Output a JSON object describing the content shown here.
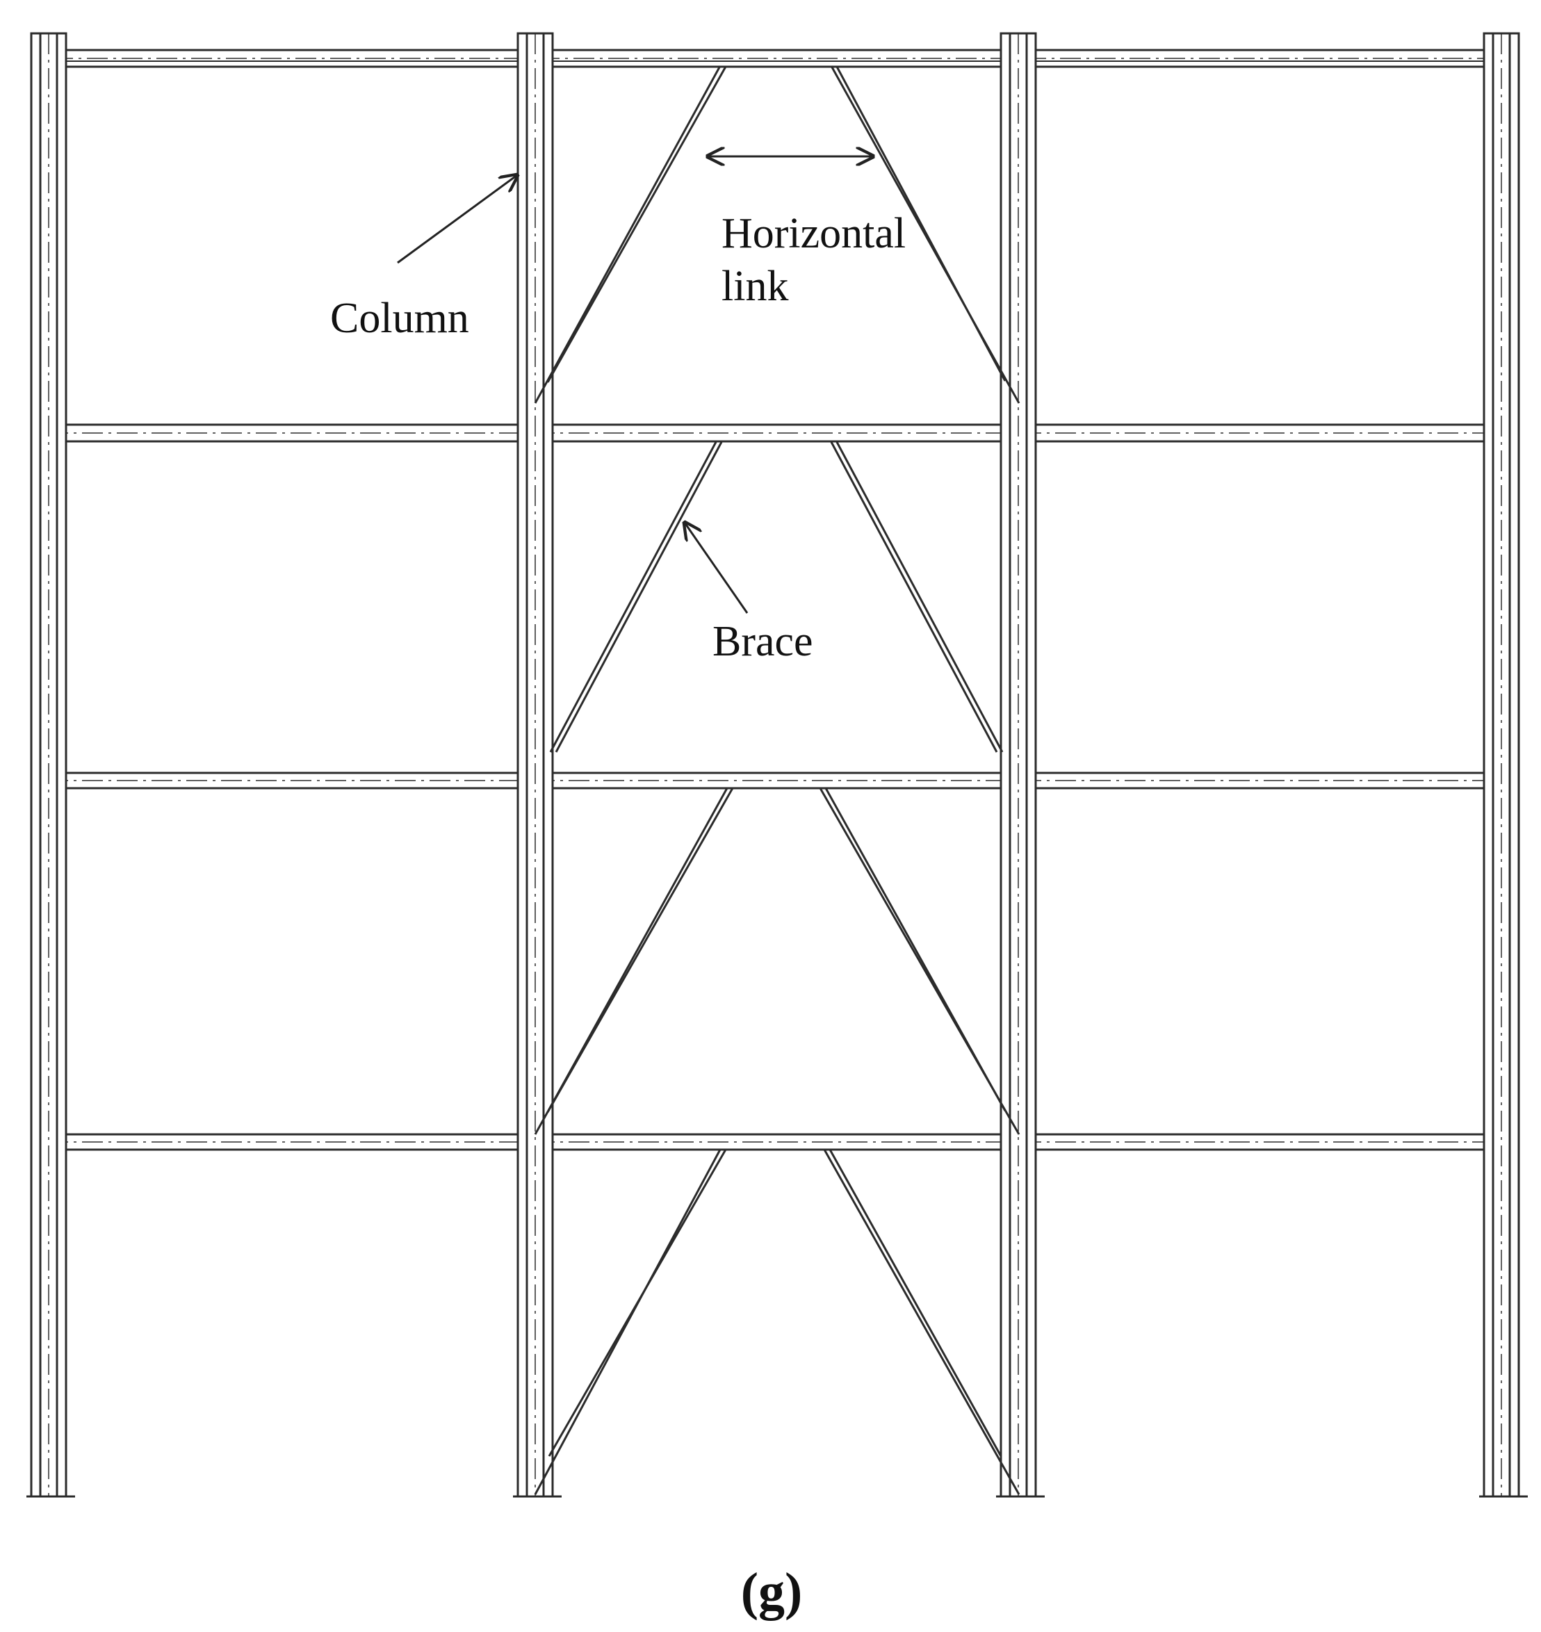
{
  "annotations": {
    "column": "Column",
    "horizontal_link_line1": "Horizontal",
    "horizontal_link_line2": "link",
    "brace": "Brace"
  },
  "caption": "(g)",
  "colors": {
    "line": "#2b2b2b",
    "text": "#111111",
    "background": "#ffffff"
  }
}
